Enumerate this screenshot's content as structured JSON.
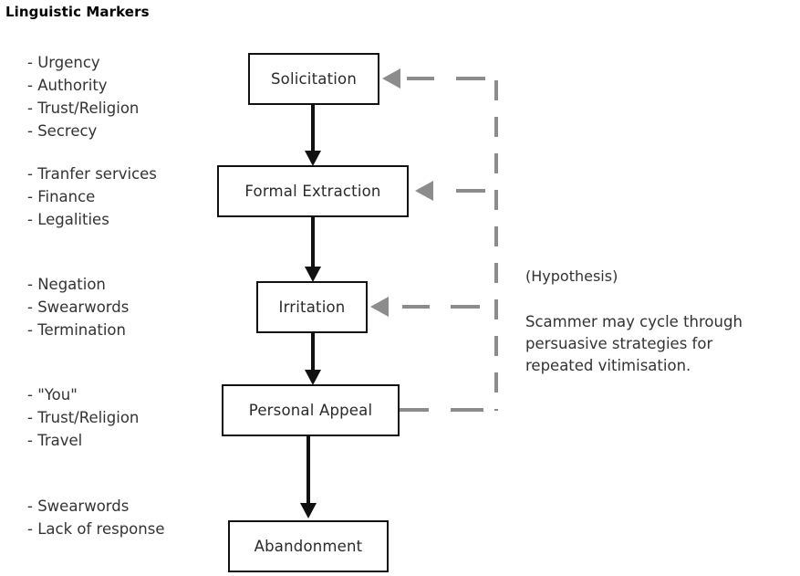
{
  "title": "Linguistic Markers",
  "marker_groups": [
    {
      "id": "solicitation-markers",
      "items": [
        "- Urgency",
        "- Authority",
        "- Trust/Religion",
        "- Secrecy"
      ]
    },
    {
      "id": "formal-extraction-markers",
      "items": [
        "- Tranfer services",
        "- Finance",
        "- Legalities"
      ]
    },
    {
      "id": "irritation-markers",
      "items": [
        "- Negation",
        "- Swearwords",
        "- Termination"
      ]
    },
    {
      "id": "personal-appeal-markers",
      "items": [
        "- \"You\"",
        "- Trust/Religion",
        "- Travel"
      ]
    },
    {
      "id": "abandonment-markers",
      "items": [
        "- Swearwords",
        "- Lack of response"
      ]
    }
  ],
  "stages": [
    {
      "id": "solicitation",
      "label": "Solicitation"
    },
    {
      "id": "formal-extraction",
      "label": "Formal Extraction"
    },
    {
      "id": "irritation",
      "label": "Irritation"
    },
    {
      "id": "personal-appeal",
      "label": "Personal Appeal"
    },
    {
      "id": "abandonment",
      "label": "Abandonment"
    }
  ],
  "hypothesis": {
    "tag": "(Hypothesis)",
    "lines": [
      "Scammer may cycle through",
      "persuasive strategies for",
      "repeated vitimisation."
    ]
  },
  "colors": {
    "box_border": "#111111",
    "flow_arrow": "#111111",
    "feedback_loop": "#8c8c8c",
    "text": "#333333",
    "background": "#ffffff"
  }
}
